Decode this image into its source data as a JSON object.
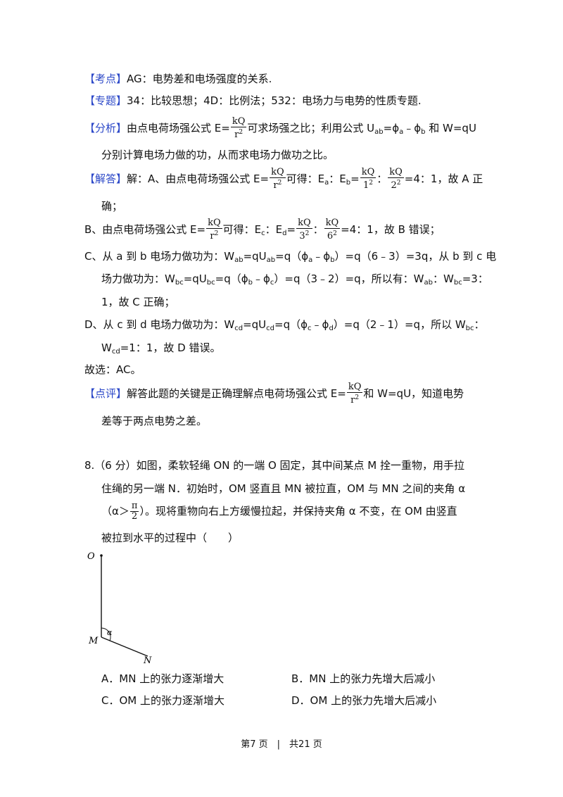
{
  "kaodian": {
    "tag": "【考点】",
    "text": "AG：电势差和电场强度的关系."
  },
  "zhuanti": {
    "tag": "【专题】",
    "text": "34：比较思想；4D：比例法；532：电场力与电势的性质专题."
  },
  "fenxi": {
    "tag": "【分析】",
    "t1": "由点电荷场强公式 E=",
    "t2": "可求场强之比；利用公式 U",
    "ab": "ab",
    "t3": "=ϕ",
    "a": "a",
    "t4": "﹣ϕ",
    "b": "b",
    "t5": " 和 W=qU",
    "line2": "分别计算电场力做的功，从而求电场力做功之比。"
  },
  "formula": {
    "num": "kQ",
    "den": "r",
    "exp": "2"
  },
  "jieda": {
    "tag": "【解答】",
    "t1": "解：A、由点电荷场强公式 E=",
    "t2": "可得：E",
    "a": "a",
    "t3": "：E",
    "b": "b",
    "t4": "=",
    "f1_den": "1",
    "sep": "：",
    "f2_den": "2",
    "t5": "=4：1，故 A 正",
    "line2": "确；"
  },
  "optB": {
    "t1": "B、由点电荷场强公式 E=",
    "t2": "可得：E",
    "c": "c",
    "t3": "：E",
    "d": "d",
    "t4": "=",
    "f1_den": "3",
    "sep": "：",
    "f2_den": "6",
    "t5": "=4：1，故 B 错误；"
  },
  "optC": {
    "l1": "C、从 a 到 b 电场力做功为：W",
    "ab": "ab",
    "l1b": "=qU",
    "l1c": "=q（ϕ",
    "a": "a",
    "l1d": "﹣ϕ",
    "b": "b",
    "l1e": "）=q（6﹣3）=3q，从 b 到 c 电",
    "l2": "场力做功为：W",
    "bc": "bc",
    "l2b": "=qU",
    "l2c": "=q（ϕ",
    "l2d": "﹣ϕ",
    "c": "c",
    "l2e": "）=q（3﹣2）=q，所以有：W",
    "l2f": "：W",
    "l2g": "=3：",
    "l3": "1，故 C 正确；"
  },
  "optD": {
    "l1": "D、从 c 到 d 电场力做功为：W",
    "cd": "cd",
    "l1b": "=qU",
    "l1c": "=q（ϕ",
    "c": "c",
    "l1d": "﹣ϕ",
    "d": "d",
    "l1e": "）=q（2﹣1）=q，所以 W",
    "bc": "bc",
    "l1f": "：",
    "l2": "W",
    "l2b": "=1：1，故 D 错误。"
  },
  "guxuan": "故选：AC。",
  "dianping": {
    "tag": "【点评】",
    "t1": "解答此题的关键是正确理解点电荷场强公式 E=",
    "t2": "和 W=qU，知道电势",
    "line2": "差等于两点电势之差。"
  },
  "q8": {
    "l1": "8.（6 分）如图，柔软轻绳 ON 的一端 O 固定，其中间某点 M 拴一重物，用手拉",
    "l2": "住绳的另一端 N．初始时，OM 竖直且 MN 被拉直，OM 与 MN 之间的夹角 α",
    "l3a": "（α＞",
    "pi": "π",
    "two": "2",
    "l3b": "）。现将重物向右上方缓慢拉起，并保持夹角 α 不变，在 OM 由竖直",
    "l4": "被拉到水平的过程中（　　）"
  },
  "figure": {
    "O": "O",
    "M": "M",
    "N": "N",
    "alpha": "α"
  },
  "choices": {
    "A": "A．MN 上的张力逐渐增大",
    "B": "B．MN 上的张力先增大后减小",
    "C": "C．OM 上的张力逐渐增大",
    "D": "D．OM 上的张力先增大后减小"
  },
  "footer": "第7 页　|　共21 页"
}
